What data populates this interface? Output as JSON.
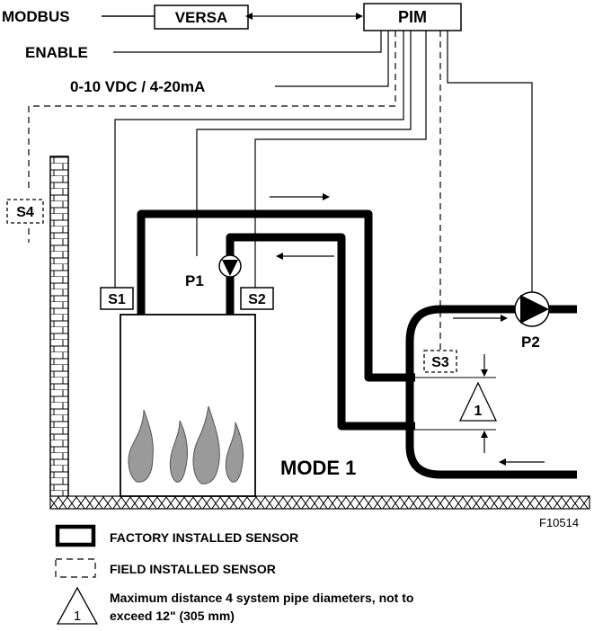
{
  "top": {
    "modbus": "MODBUS",
    "versa": "VERSA",
    "pim": "PIM",
    "enable": "ENABLE",
    "signal": "0-10 VDC / 4-20mA"
  },
  "sensors": {
    "s1": "S1",
    "s2": "S2",
    "s3": "S3",
    "s4": "S4"
  },
  "pumps": {
    "p1": "P1",
    "p2": "P2"
  },
  "mode_label": "MODE 1",
  "distance_marker": "1",
  "figure_id": "F10514",
  "legend": {
    "factory": "FACTORY INSTALLED SENSOR",
    "field": "FIELD INSTALLED SENSOR",
    "marker": "1",
    "note_line1": "Maximum distance 4 system pipe diameters, not to",
    "note_line2": "exceed 12\" (305 mm)"
  }
}
